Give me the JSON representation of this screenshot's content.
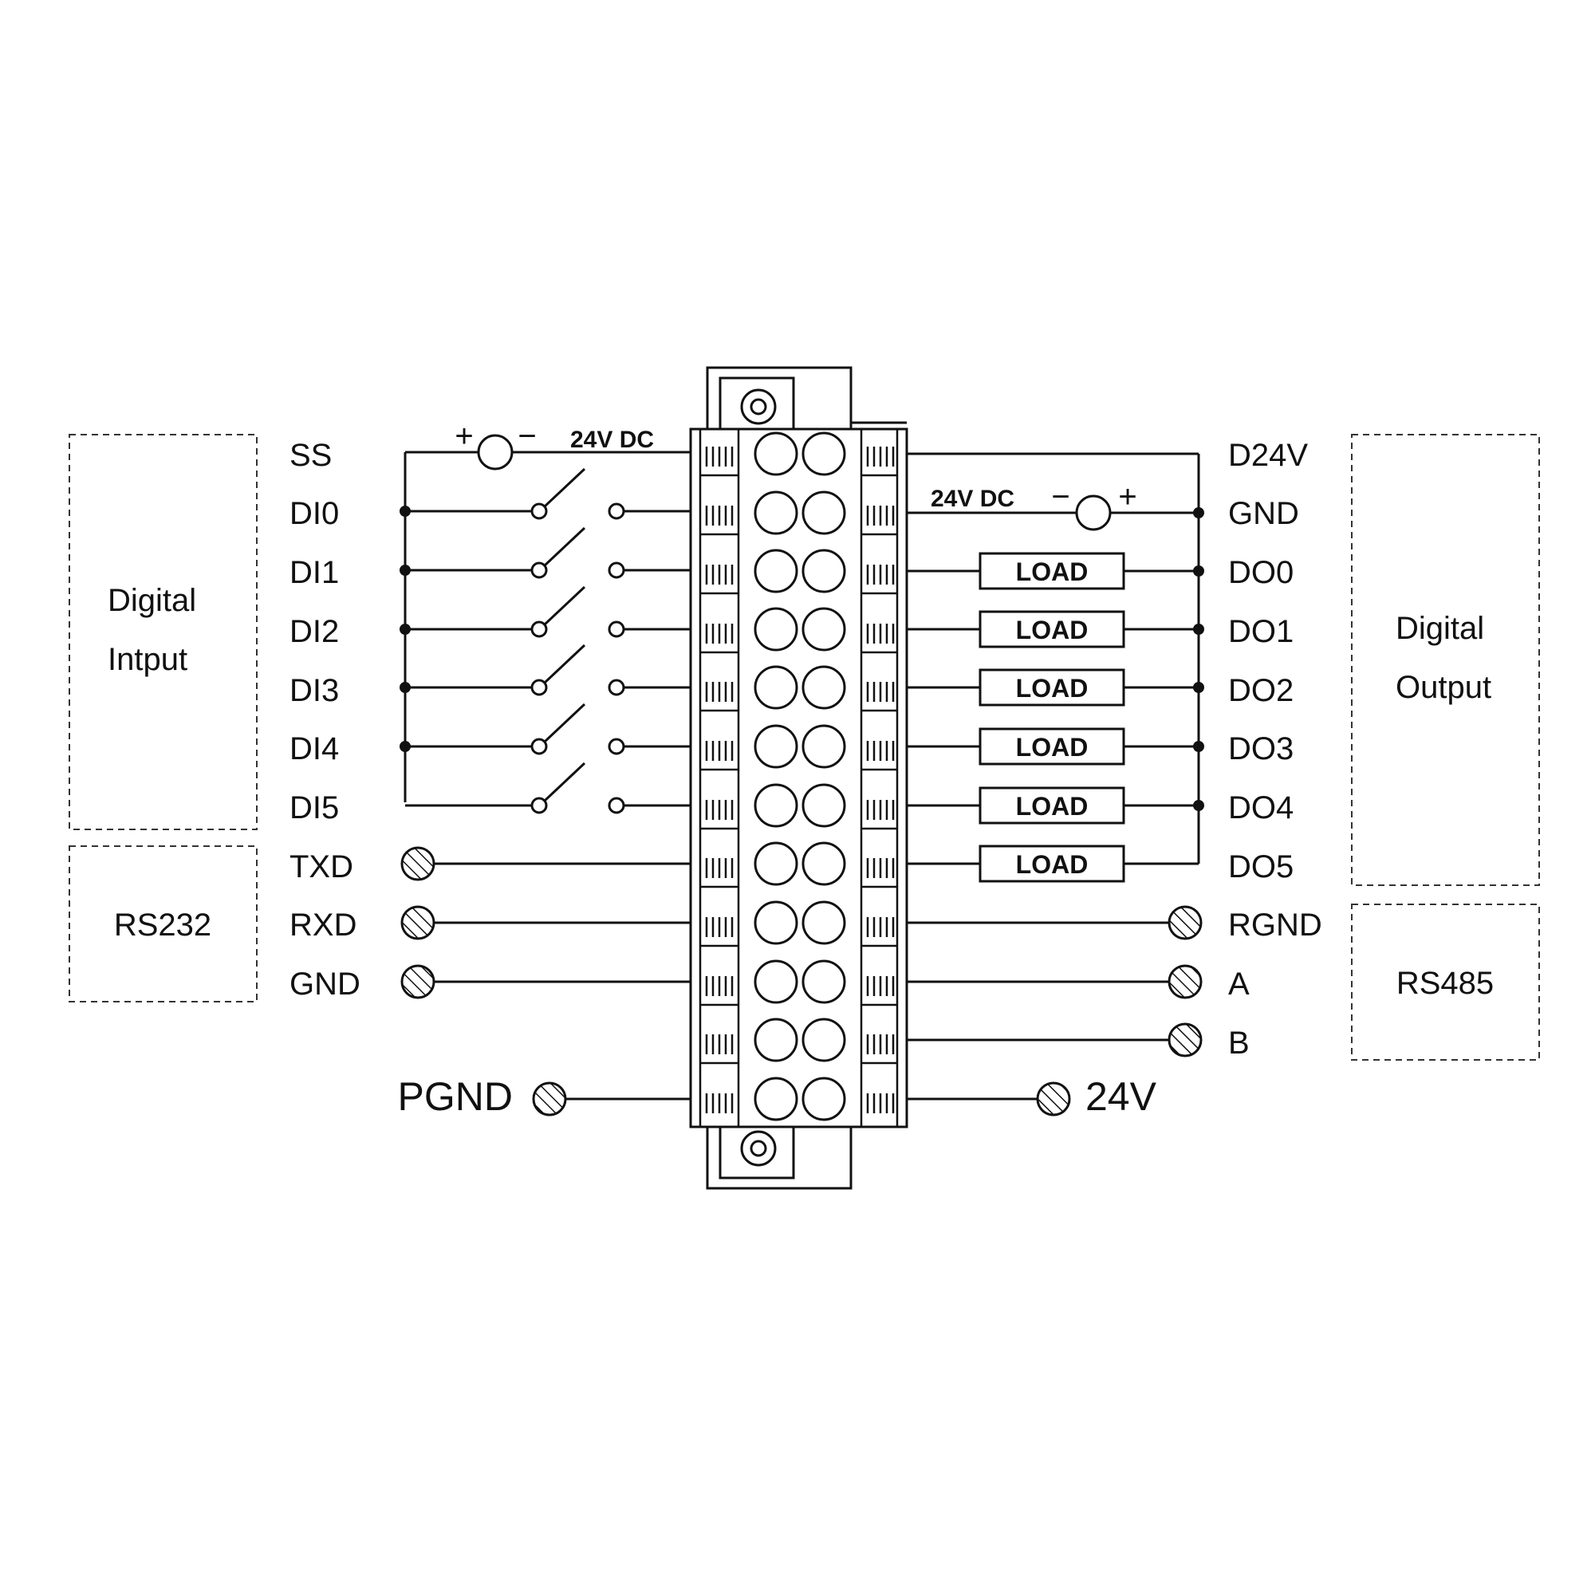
{
  "groups": {
    "digital_input": [
      "Digital",
      "Intput"
    ],
    "rs232": "RS232",
    "digital_output": [
      "Digital",
      "Output"
    ],
    "rs485": "RS485"
  },
  "left_terminals": [
    "SS",
    "DI0",
    "DI1",
    "DI2",
    "DI3",
    "DI4",
    "DI5",
    "TXD",
    "RXD",
    "GND"
  ],
  "right_terminals": [
    "D24V",
    "GND",
    "DO0",
    "DO1",
    "DO2",
    "DO3",
    "DO4",
    "DO5",
    "RGND",
    "A",
    "B"
  ],
  "bottom_left": "PGND",
  "bottom_right": "24V",
  "supply_left": {
    "label": "24V DC",
    "plus": "+",
    "minus": "−"
  },
  "supply_right": {
    "label": "24V DC",
    "plus": "+",
    "minus": "−"
  },
  "load_label": "LOAD",
  "colors": {
    "ink": "#111111",
    "background": "#ffffff"
  }
}
